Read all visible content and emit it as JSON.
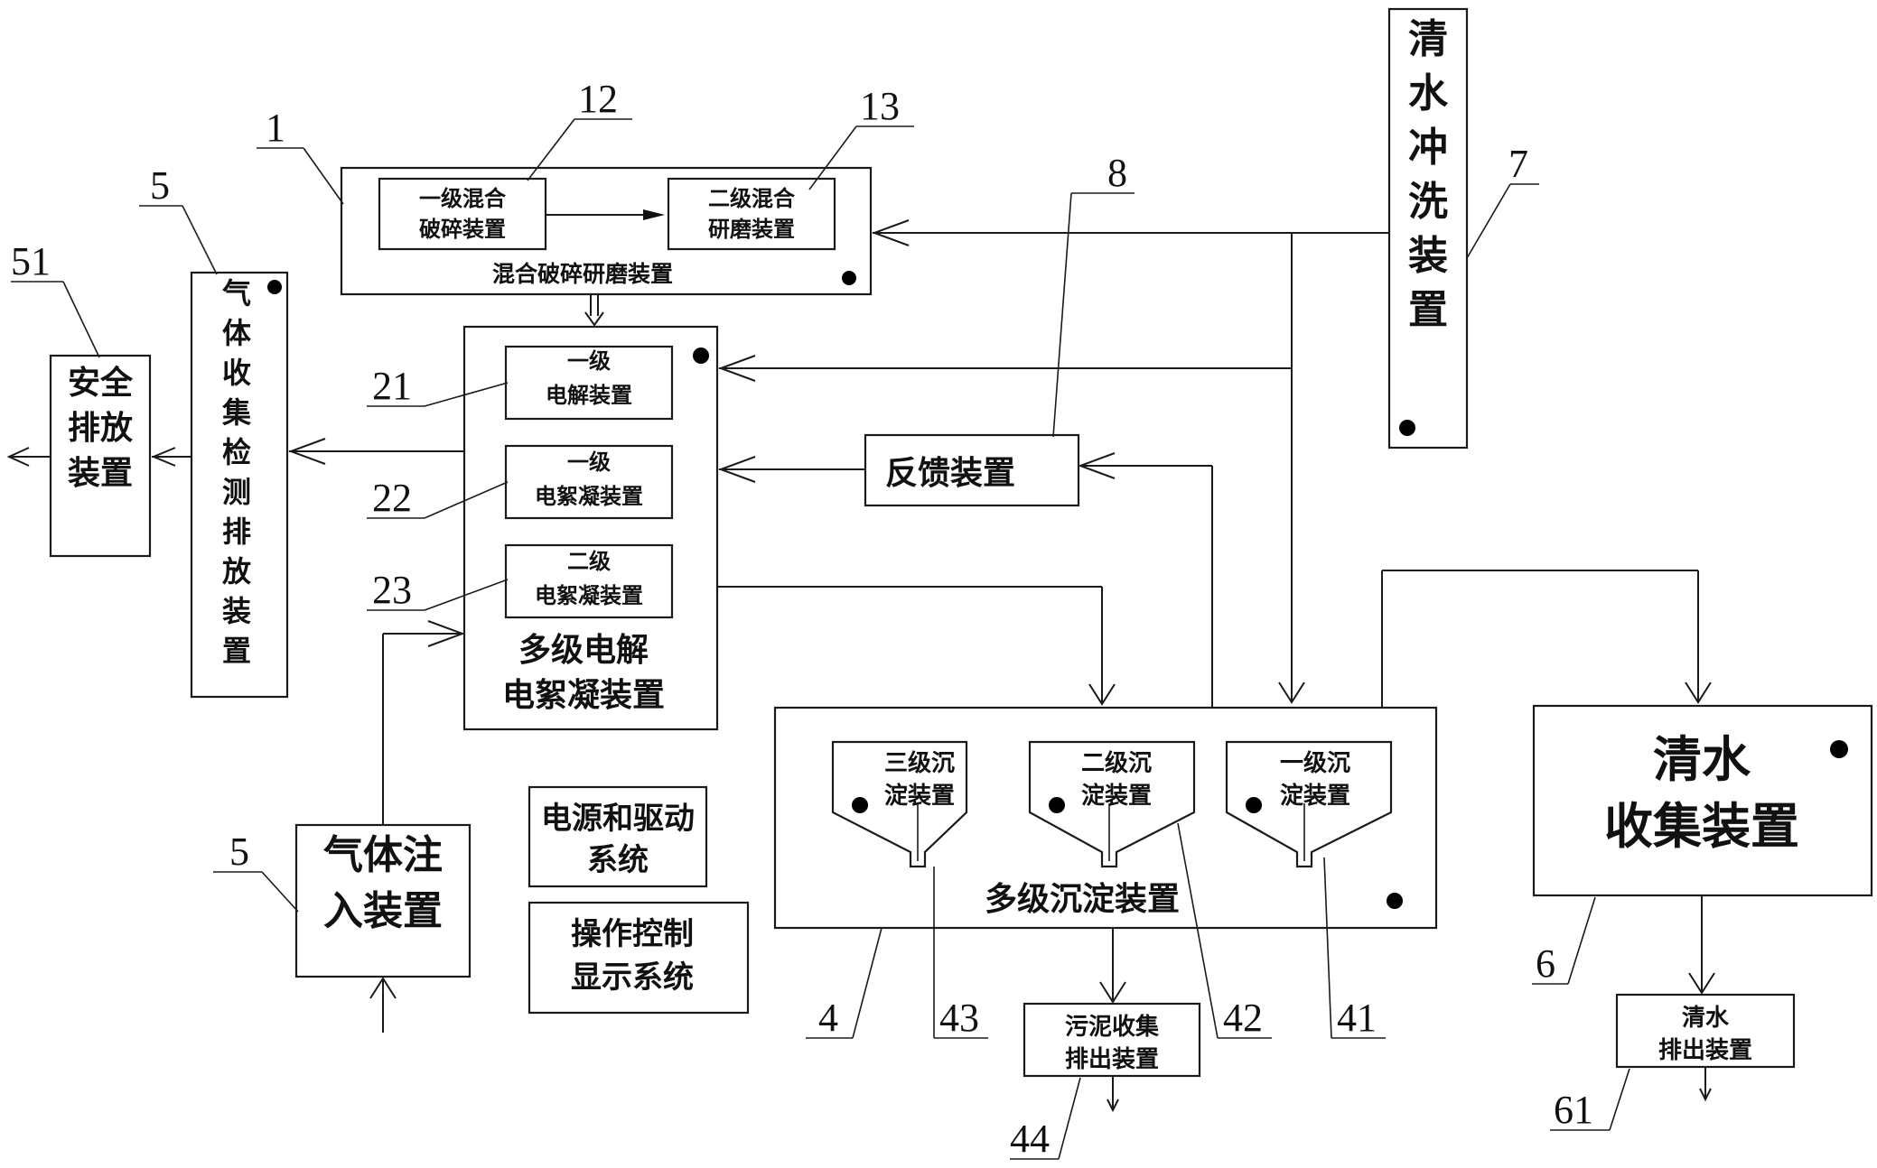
{
  "labels": {
    "mix_grind": "混合破碎研磨装置",
    "mix1_line1": "一级混合",
    "mix1_line2": "破碎装置",
    "mix2_line1": "二级混合",
    "mix2_line2": "研磨装置",
    "electro_line1": "多级电解",
    "electro_line2": "电絮凝装置",
    "e1_line1": "一级",
    "e1_line2": "电解装置",
    "e2_line1": "一级",
    "e2_line2": "电絮凝装置",
    "e3_line1": "二级",
    "e3_line2": "电絮凝装置",
    "gas_collect": [
      "气",
      "体",
      "收",
      "集",
      "检",
      "测",
      "排",
      "放",
      "装",
      "置"
    ],
    "safe_line1": "安全",
    "safe_line2": "排放",
    "safe_line3": "装置",
    "feedback": "反馈装置",
    "rinse": [
      "清",
      "水",
      "冲",
      "洗",
      "装",
      "置"
    ],
    "gas_inject_line1": "气体注",
    "gas_inject_line2": "入装置",
    "power_line1": "电源和驱动",
    "power_line2": "系统",
    "control_line1": "操作控制",
    "control_line2": "显示系统",
    "sediment": "多级沉淀装置",
    "s3_line1": "三级沉",
    "s3_line2": "淀装置",
    "s2_line1": "二级沉",
    "s2_line2": "淀装置",
    "s1_line1": "一级沉",
    "s1_line2": "淀装置",
    "sludge_line1": "污泥收集",
    "sludge_line2": "排出装置",
    "clear_collect_line1": "清水",
    "clear_collect_line2": "收集装置",
    "clear_out_line1": "清水",
    "clear_out_line2": "排出装置"
  },
  "refs": {
    "r1": "1",
    "r12": "12",
    "r13": "13",
    "r5a": "5",
    "r51": "51",
    "r8": "8",
    "r7": "7",
    "r21": "21",
    "r22": "22",
    "r23": "23",
    "r5b": "5",
    "r4": "4",
    "r43": "43",
    "r42": "42",
    "r41": "41",
    "r44": "44",
    "r6": "6",
    "r61": "61"
  }
}
